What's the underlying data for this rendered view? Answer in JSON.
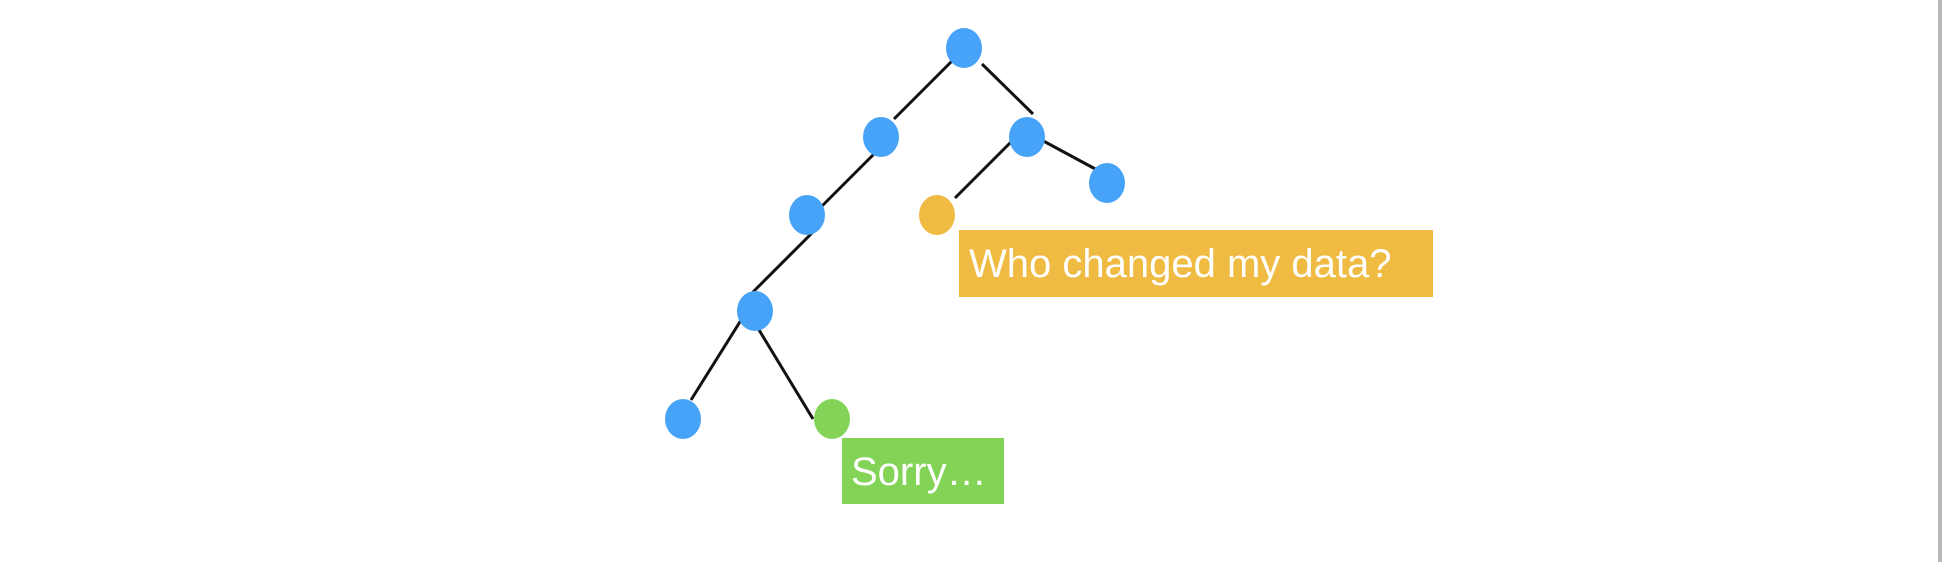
{
  "colors": {
    "node_default": "#46A3F7",
    "node_warning": "#EFBB42",
    "node_success": "#83D356",
    "edge": "#111111",
    "label_text": "#FFFFFF",
    "background": "#FFFFFF",
    "edge_bar": "#B9B9B9"
  },
  "tree": {
    "nodes": [
      {
        "id": "root",
        "status": "default"
      },
      {
        "id": "n-left",
        "status": "default"
      },
      {
        "id": "n-right",
        "status": "default"
      },
      {
        "id": "n-left-left",
        "status": "default"
      },
      {
        "id": "n-right-left",
        "status": "warning"
      },
      {
        "id": "n-right-right",
        "status": "default"
      },
      {
        "id": "n-llll",
        "status": "default"
      },
      {
        "id": "n-lll-left",
        "status": "default"
      },
      {
        "id": "n-lll-right",
        "status": "success"
      }
    ],
    "edges": [
      {
        "from": "root",
        "to": "n-left"
      },
      {
        "from": "root",
        "to": "n-right"
      },
      {
        "from": "n-left",
        "to": "n-left-left"
      },
      {
        "from": "n-right",
        "to": "n-right-left"
      },
      {
        "from": "n-right",
        "to": "n-right-right"
      },
      {
        "from": "n-left-left",
        "to": "n-llll"
      },
      {
        "from": "n-llll",
        "to": "n-lll-left"
      },
      {
        "from": "n-llll",
        "to": "n-lll-right"
      }
    ]
  },
  "labels": {
    "warning_label": "Who changed my data?",
    "success_label": "Sorry…"
  }
}
